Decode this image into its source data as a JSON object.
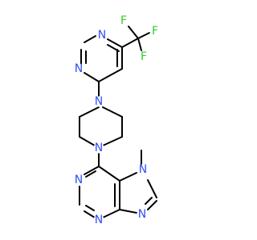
{
  "structure": {
    "atoms": [
      {
        "id": "F1",
        "label": "F",
        "color": "#33cc33"
      },
      {
        "id": "F2",
        "label": "F",
        "color": "#33cc33"
      },
      {
        "id": "F3",
        "label": "F",
        "color": "#33cc33"
      },
      {
        "id": "N1",
        "label": "N",
        "color": "#3050f8"
      },
      {
        "id": "N2",
        "label": "N",
        "color": "#3050f8"
      },
      {
        "id": "N3",
        "label": "N",
        "color": "#3050f8"
      },
      {
        "id": "N4",
        "label": "N",
        "color": "#3050f8"
      },
      {
        "id": "N5",
        "label": "N",
        "color": "#3050f8"
      },
      {
        "id": "N6",
        "label": "N",
        "color": "#3050f8"
      },
      {
        "id": "N7",
        "label": "N",
        "color": "#3050f8"
      },
      {
        "id": "N8",
        "label": "N",
        "color": "#3050f8"
      }
    ],
    "bond_color": "#000000"
  }
}
